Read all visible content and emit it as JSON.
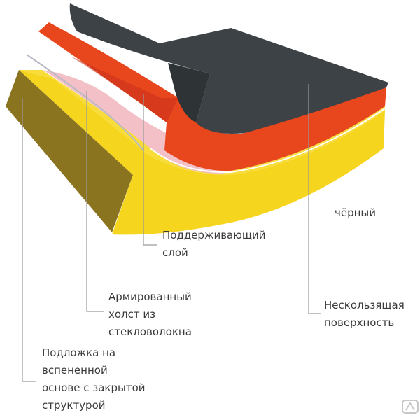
{
  "labels": {
    "color": "чёрный",
    "support_layer": [
      "Поддерживающий",
      "слой"
    ],
    "fiberglass": [
      "Армированный",
      "холст из",
      "стекловолокна"
    ],
    "non_slip": [
      "Нескользящая",
      "поверхность"
    ],
    "foam_base": [
      "Подложка на",
      "вспененной",
      "основе с закрытой",
      "структурой"
    ]
  },
  "colors": {
    "top_layer": "#3c4246",
    "red_layer": "#e8461c",
    "pink_layer": "#f2c0c6",
    "yellow_base": "#f5d51e",
    "base_side": "#8a7420",
    "leader_lines": "#9a9a9a"
  },
  "logo": {
    "icon": "triangle-logo-icon"
  }
}
